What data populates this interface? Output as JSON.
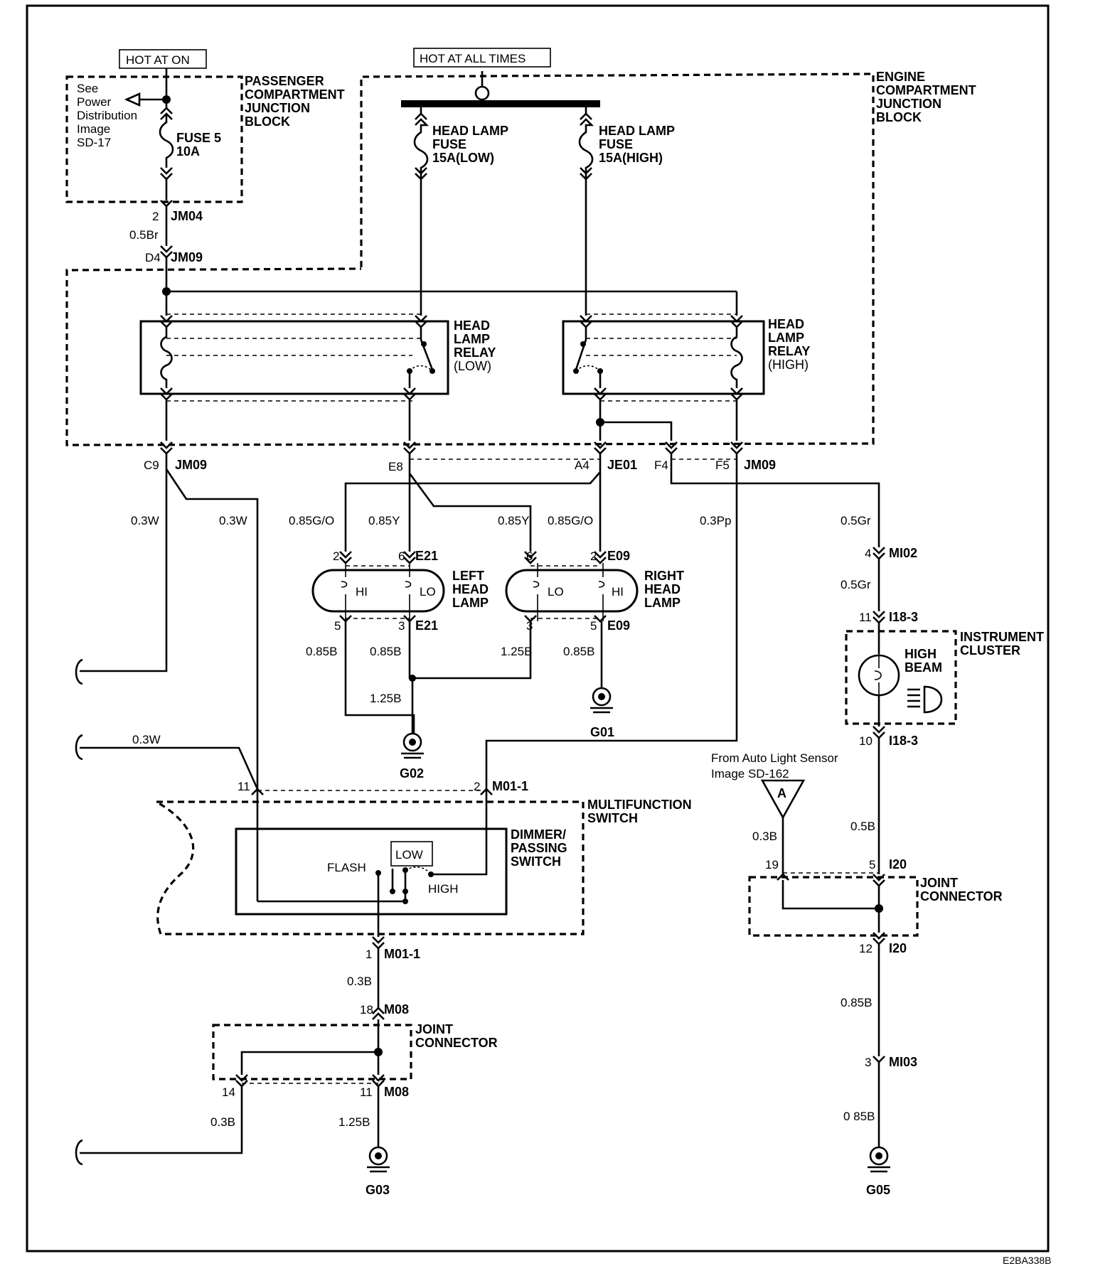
{
  "labels": {
    "hot_on": "HOT AT ON",
    "hot_all": "HOT AT ALL TIMES",
    "pcjb": [
      "PASSENGER",
      "COMPARTMENT",
      "JUNCTION",
      "BLOCK"
    ],
    "ecjb": [
      "ENGINE",
      "COMPARTMENT",
      "JUNCTION",
      "BLOCK"
    ],
    "see_power": [
      "See",
      "Power",
      "Distribution",
      "Image",
      "SD-17"
    ],
    "fuse5": [
      "FUSE 5",
      "10A"
    ],
    "fuse_low": [
      "HEAD LAMP",
      "FUSE",
      "15A(LOW)"
    ],
    "fuse_high": [
      "HEAD LAMP",
      "FUSE",
      "15A(HIGH)"
    ],
    "relay_low": [
      "HEAD",
      "LAMP",
      "RELAY",
      "(LOW)"
    ],
    "relay_high": [
      "HEAD",
      "LAMP",
      "RELAY",
      "(HIGH)"
    ],
    "left_lamp": [
      "LEFT",
      "HEAD",
      "LAMP"
    ],
    "right_lamp": [
      "RIGHT",
      "HEAD",
      "LAMP"
    ],
    "hi": "HI",
    "lo": "LO",
    "instrument": [
      "INSTRUMENT",
      "CLUSTER"
    ],
    "high_beam": [
      "HIGH",
      "BEAM"
    ],
    "auto_light": [
      "From Auto Light Sensor",
      "Image SD-162"
    ],
    "connector_a": "A",
    "multifunction": [
      "MULTIFUNCTION",
      "SWITCH"
    ],
    "dimmer": [
      "DIMMER/",
      "PASSING",
      "SWITCH"
    ],
    "flash": "FLASH",
    "low": "LOW",
    "high": "HIGH",
    "joint1": [
      "JOINT",
      "CONNECTOR"
    ],
    "joint2": [
      "JOINT",
      "CONNECTOR"
    ],
    "diagram_id": "E2BA338B"
  },
  "connectors": {
    "jm04": "JM04",
    "jm04_pin": "2",
    "jm09_d4": "JM09",
    "d4": "D4",
    "c9": "C9",
    "jm09_c9": "JM09",
    "e8": "E8",
    "a4": "A4",
    "je01": "JE01",
    "f4": "F4",
    "f5": "F5",
    "jm09_f5": "JM09",
    "e21_top": "E21",
    "e21_bot": "E21",
    "e09_top": "E09",
    "e09_bot": "E09",
    "pin_l2": "2",
    "pin_l6": "6",
    "pin_l5": "5",
    "pin_l3": "3",
    "pin_r6": "6",
    "pin_r2": "2",
    "pin_r3": "3",
    "pin_r5": "5",
    "mi02": "MI02",
    "mi02_pin": "4",
    "i18_top": "I18-3",
    "i18_top_pin": "11",
    "i18_bot": "I18-3",
    "i18_bot_pin": "10",
    "m01_top": "M01-1",
    "m01_top_pin": "2",
    "pin11": "11",
    "m01_bot": "M01-1",
    "m01_bot_pin": "1",
    "m08_top": "M08",
    "m08_top_pin": "18",
    "m08_bot": "M08",
    "m08_bot_pin": "11",
    "pin14": "14",
    "i20_top": "I20",
    "i20_top_pin": "5",
    "pin19": "19",
    "i20_bot": "I20",
    "i20_bot_pin": "12",
    "mi03": "MI03",
    "mi03_pin": "3"
  },
  "wires": {
    "w_05br": "0.5Br",
    "w_03w_a": "0.3W",
    "w_03w_b": "0.3W",
    "w_03w_c": "0.3W",
    "w_085go_l": "0.85G/O",
    "w_085y_l": "0.85Y",
    "w_085y_r": "0.85Y",
    "w_085go_r": "0.85G/O",
    "w_03pp": "0.3Pp",
    "w_05gr_a": "0.5Gr",
    "w_05gr_b": "0.5Gr",
    "w_085b_a": "0.85B",
    "w_085b_b": "0.85B",
    "w_125b_a": "1.25B",
    "w_085b_c": "0.85B",
    "w_125b_b": "1.25B",
    "w_03b_a": "0.3B",
    "w_03b_b": "0.3B",
    "w_03b_c": "0.3B",
    "w_125b_c": "1.25B",
    "w_05b": "0.5B",
    "w_085b_d": "0.85B",
    "w_085b_e": "0 85B"
  },
  "grounds": {
    "g01": "G01",
    "g02": "G02",
    "g03": "G03",
    "g05": "G05"
  }
}
